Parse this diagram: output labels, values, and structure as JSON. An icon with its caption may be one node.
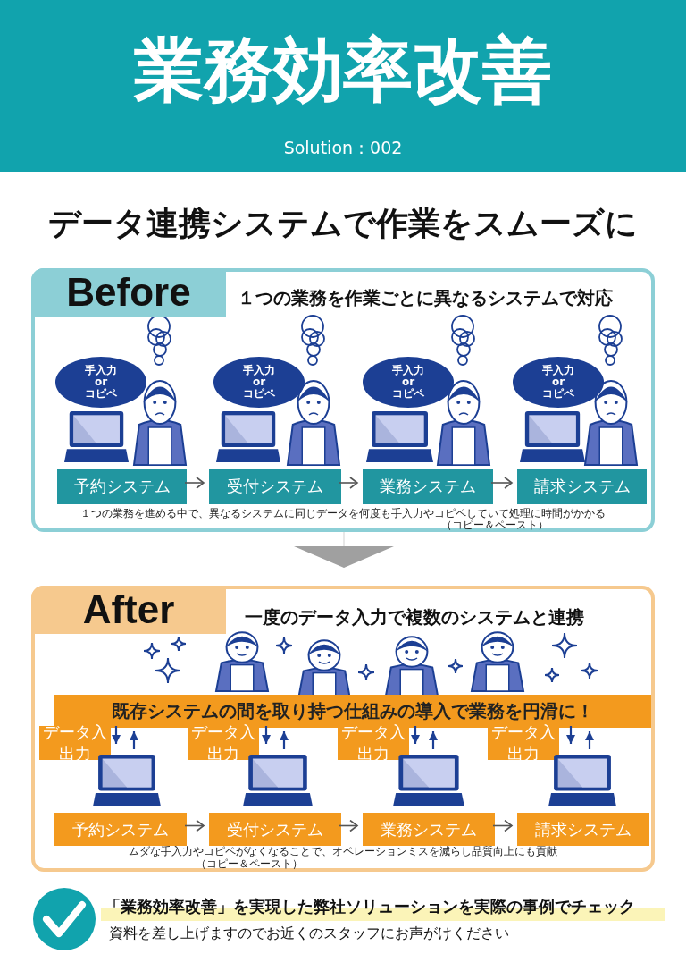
{
  "diagram": {
    "title": "業務効率改善",
    "nodes": [
      {
        "text": [
          "Before",
          "１つの業務を作業ごとに異なるシステムで対応",
          "１つの業務を進める中で、異なるシステムに同じデータを何度も手入力やコピペしていて処理に時間がかかる",
          "（コピー＆ペースト）"
        ]
      },
      {
        "text": [
          "手入力 or コピペ"
        ],
        "in": 0
      },
      {
        "text": [
          "手入力 or コピペ"
        ],
        "in": 0
      },
      {
        "text": [
          "手入力 or コピペ"
        ],
        "in": 0
      },
      {
        "text": [
          "手入力 or コピペ"
        ],
        "in": 0
      },
      {
        "text": [
          "予約システム"
        ],
        "in": 0
      },
      {
        "text": [
          "受付システム"
        ],
        "in": 0
      },
      {
        "text": [
          "業務システム"
        ],
        "in": 0
      },
      {
        "text": [
          "請求システム"
        ],
        "in": 0
      },
      {
        "text": [
          "After",
          "一度のデータ入力で複数のシステムと連携",
          "ムダな手入力やコピペがなくなることで、オペレーションミスを減らし品質向上にも貢献",
          "（コピー＆ペースト）"
        ]
      },
      {
        "text": [
          "既存システムの間を取り持つ仕組みの導入で業務を円滑に！"
        ],
        "in": 9
      },
      {
        "text": [
          "データ入出力"
        ],
        "in": 9
      },
      {
        "text": [
          "データ入出力"
        ],
        "in": 9
      },
      {
        "text": [
          "データ入出力"
        ],
        "in": 9
      },
      {
        "text": [
          "データ入出力"
        ],
        "in": 9
      },
      {
        "text": [],
        "shape": "picture",
        "in": 9
      },
      {
        "text": [],
        "shape": "picture",
        "in": 9
      },
      {
        "text": [],
        "shape": "picture",
        "in": 9
      },
      {
        "text": [],
        "shape": "picture",
        "in": 9
      },
      {
        "text": [
          "予約システム"
        ],
        "in": 9
      },
      {
        "text": [
          "受付システム"
        ],
        "in": 9
      },
      {
        "text": [
          "業務システム"
        ],
        "in": 9
      },
      {
        "text": [
          "請求システム"
        ],
        "in": 9
      }
    ],
    "edges": [
      {
        "from": 5,
        "to": 6,
        "arrow": "to"
      },
      {
        "from": 6,
        "to": 7,
        "arrow": "to"
      },
      {
        "from": 7,
        "to": 8,
        "arrow": "to"
      },
      {
        "from": 0,
        "to": 9,
        "arrow": "to",
        "color": "#a0a0a0"
      },
      {
        "from": 10,
        "to": 15,
        "arrow": "to",
        "color": "#1c3f94"
      },
      {
        "from": 15,
        "to": 10,
        "arrow": "to",
        "color": "#1c3f94"
      },
      {
        "from": 10,
        "to": 16,
        "arrow": "to",
        "color": "#1c3f94"
      },
      {
        "from": 16,
        "to": 10,
        "arrow": "to",
        "color": "#1c3f94"
      },
      {
        "from": 10,
        "to": 17,
        "arrow": "to",
        "color": "#1c3f94"
      },
      {
        "from": 17,
        "to": 10,
        "arrow": "to",
        "color": "#1c3f94"
      },
      {
        "from": 10,
        "to": 18,
        "arrow": "to",
        "color": "#1c3f94"
      },
      {
        "from": 18,
        "to": 10,
        "arrow": "to",
        "color": "#1c3f94"
      },
      {
        "from": 19,
        "to": 20,
        "arrow": "to"
      },
      {
        "from": 20,
        "to": 21,
        "arrow": "to"
      },
      {
        "from": 21,
        "to": 22,
        "arrow": "to"
      }
    ],
    "labels": [
      "Solution：002",
      "データ連携システムで作業をスムーズに",
      "「業務効率改善」を実現した弊社ソリューションを実際の事例でチェック",
      "資料を差し上げますのでお近くのスタッフにお声がけください"
    ]
  }
}
